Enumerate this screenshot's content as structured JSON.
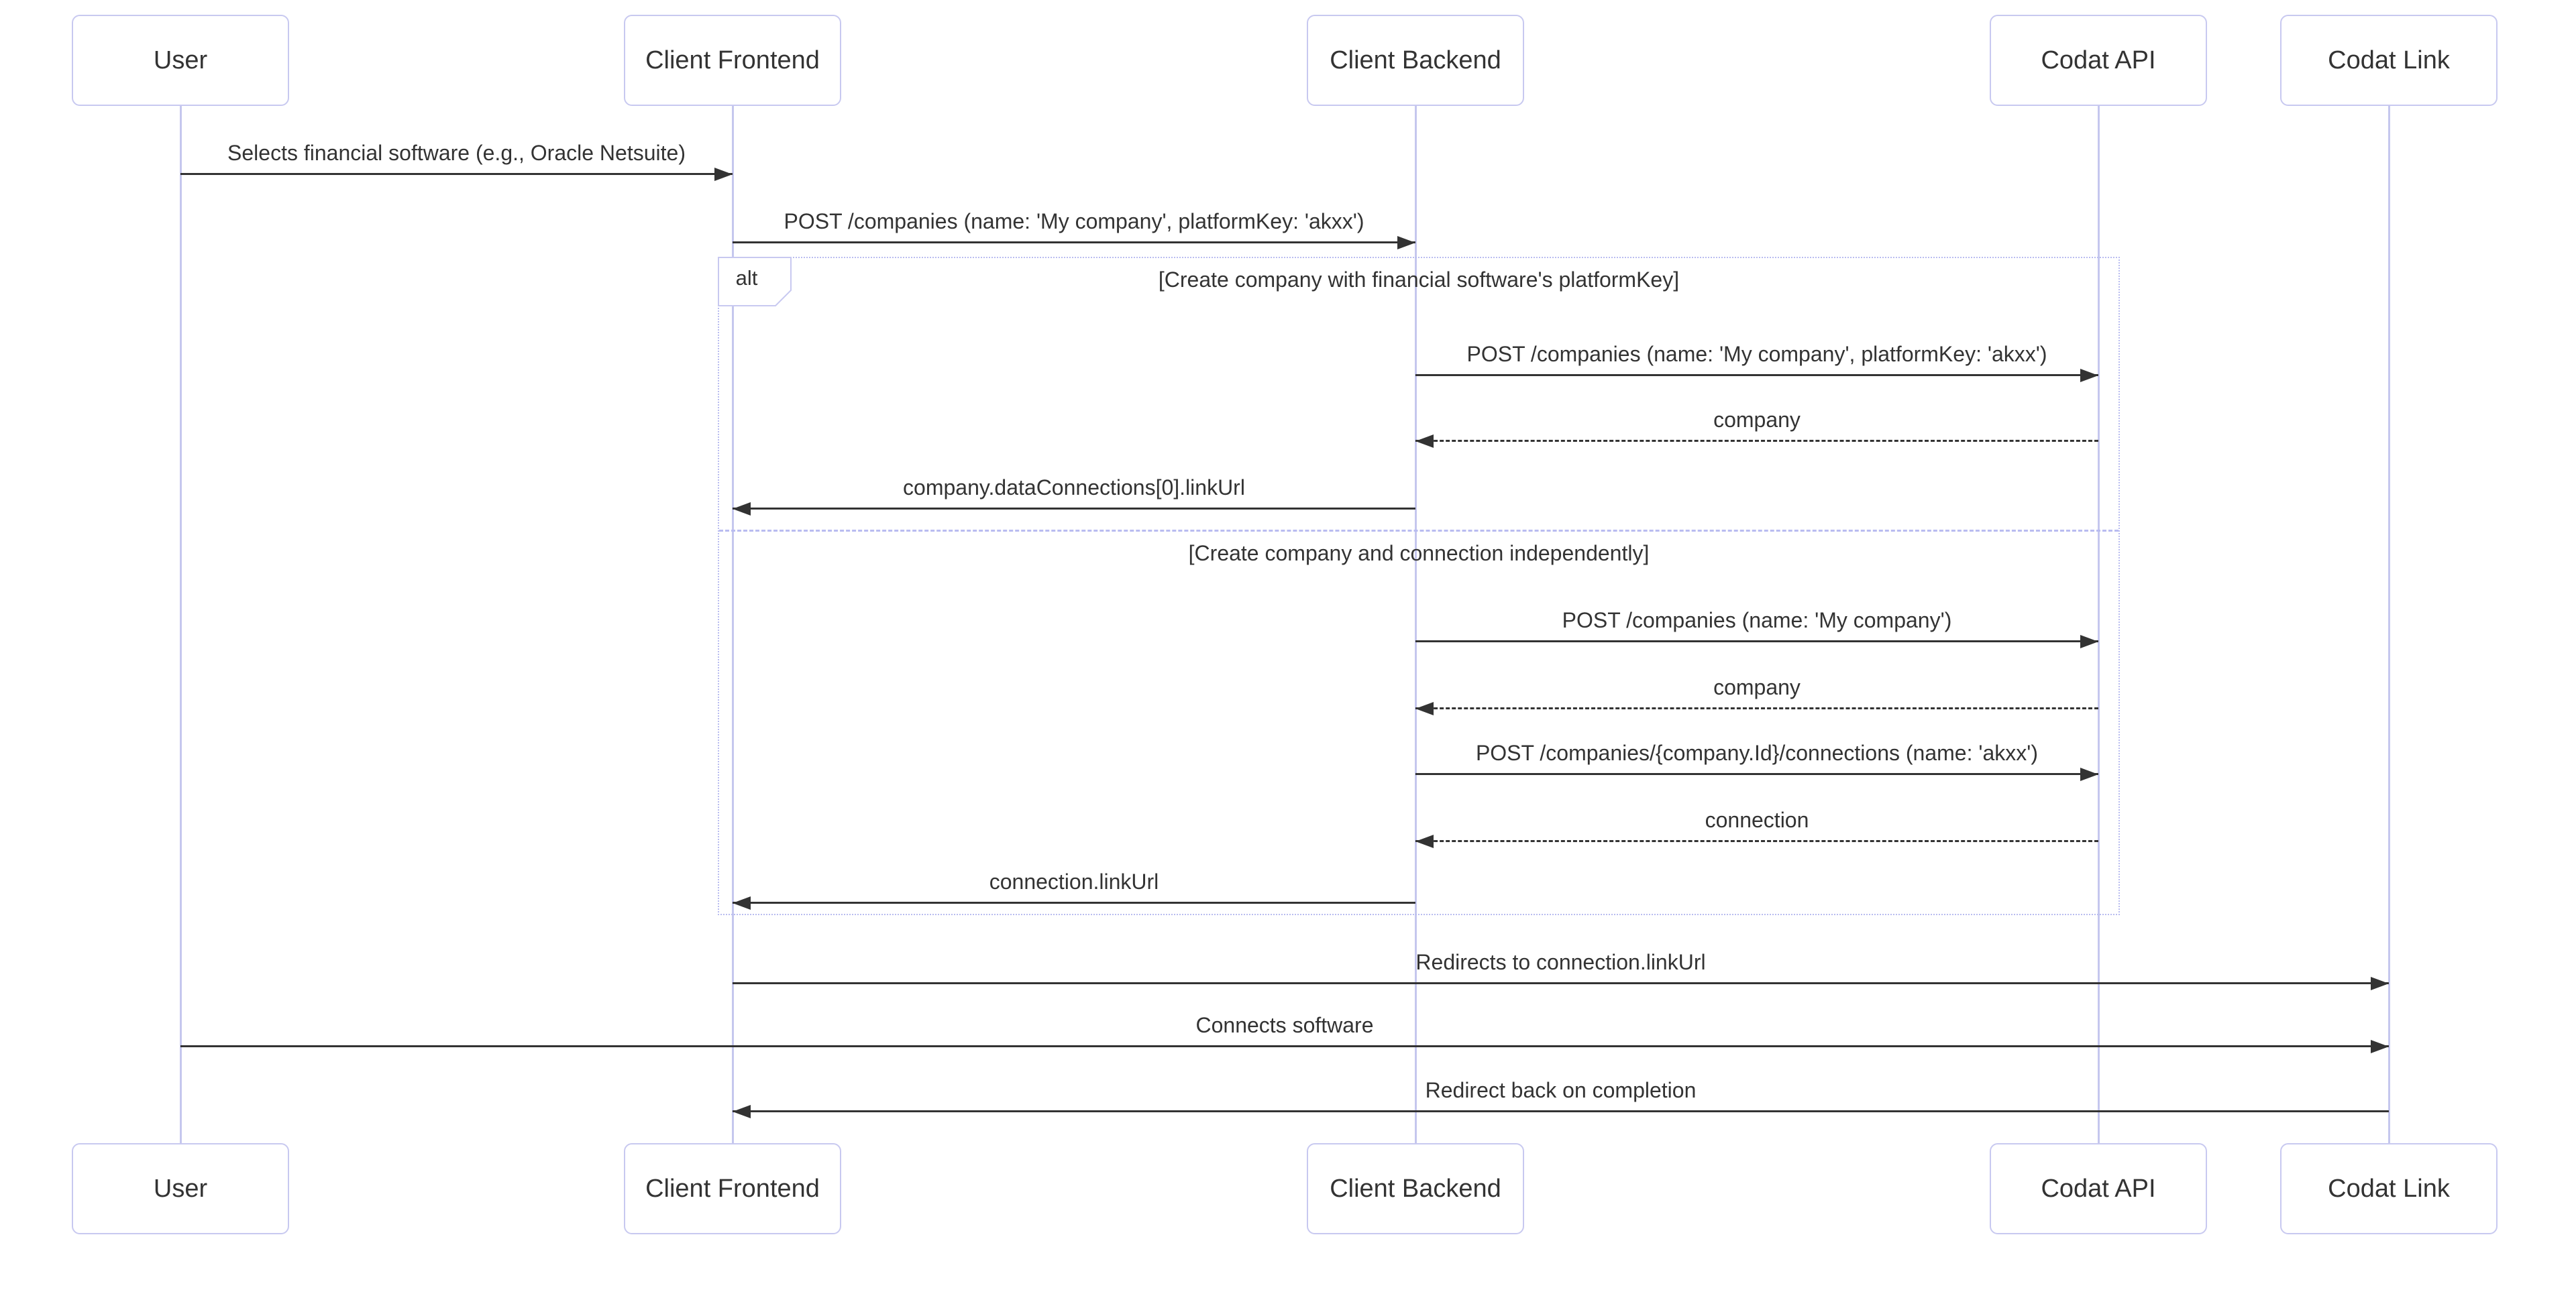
{
  "diagram": {
    "type": "sequence",
    "participants": [
      {
        "id": "user",
        "label": "User"
      },
      {
        "id": "client-frontend",
        "label": "Client Frontend"
      },
      {
        "id": "client-backend",
        "label": "Client Backend"
      },
      {
        "id": "codat-api",
        "label": "Codat API"
      },
      {
        "id": "codat-link",
        "label": "Codat Link"
      }
    ],
    "messages": [
      {
        "from": "User",
        "to": "Client Frontend",
        "label": "Selects financial software (e.g., Oracle Netsuite)",
        "line": "solid",
        "direction": "right"
      },
      {
        "from": "Client Frontend",
        "to": "Client Backend",
        "label": "POST /companies (name: 'My company', platformKey: 'akxx')",
        "line": "solid",
        "direction": "right"
      },
      {
        "from": "Client Backend",
        "to": "Codat API",
        "label": "POST /companies (name: 'My company', platformKey: 'akxx')",
        "line": "solid",
        "direction": "right"
      },
      {
        "from": "Codat API",
        "to": "Client Backend",
        "label": "company",
        "line": "dashed",
        "direction": "left"
      },
      {
        "from": "Client Backend",
        "to": "Client Frontend",
        "label": "company.dataConnections[0].linkUrl",
        "line": "solid",
        "direction": "left"
      },
      {
        "from": "Client Backend",
        "to": "Codat API",
        "label": "POST /companies (name: 'My company')",
        "line": "solid",
        "direction": "right"
      },
      {
        "from": "Codat API",
        "to": "Client Backend",
        "label": "company",
        "line": "dashed",
        "direction": "left"
      },
      {
        "from": "Client Backend",
        "to": "Codat API",
        "label": "POST /companies/{company.Id}/connections (name: 'akxx')",
        "line": "solid",
        "direction": "right"
      },
      {
        "from": "Codat API",
        "to": "Client Backend",
        "label": "connection",
        "line": "dashed",
        "direction": "left"
      },
      {
        "from": "Client Backend",
        "to": "Client Frontend",
        "label": "connection.linkUrl",
        "line": "solid",
        "direction": "left"
      },
      {
        "from": "Client Frontend",
        "to": "Codat Link",
        "label": "Redirects to connection.linkUrl",
        "line": "solid",
        "direction": "right"
      },
      {
        "from": "User",
        "to": "Codat Link",
        "label": "Connects software",
        "line": "solid",
        "direction": "right"
      },
      {
        "from": "Codat Link",
        "to": "Client Frontend",
        "label": "Redirect back on completion",
        "line": "solid",
        "direction": "left"
      }
    ],
    "alt_frame": {
      "label": "alt",
      "branches": [
        {
          "condition": "[Create company with financial software's platformKey]"
        },
        {
          "condition": "[Create company and connection independently]"
        }
      ]
    },
    "colors": {
      "background": "#ffffff",
      "actor_border": "#c8c9f0",
      "lifeline": "#c5c7ee",
      "frame_border": "#b9bcf0",
      "arrow": "#333333",
      "text": "#333333"
    }
  }
}
